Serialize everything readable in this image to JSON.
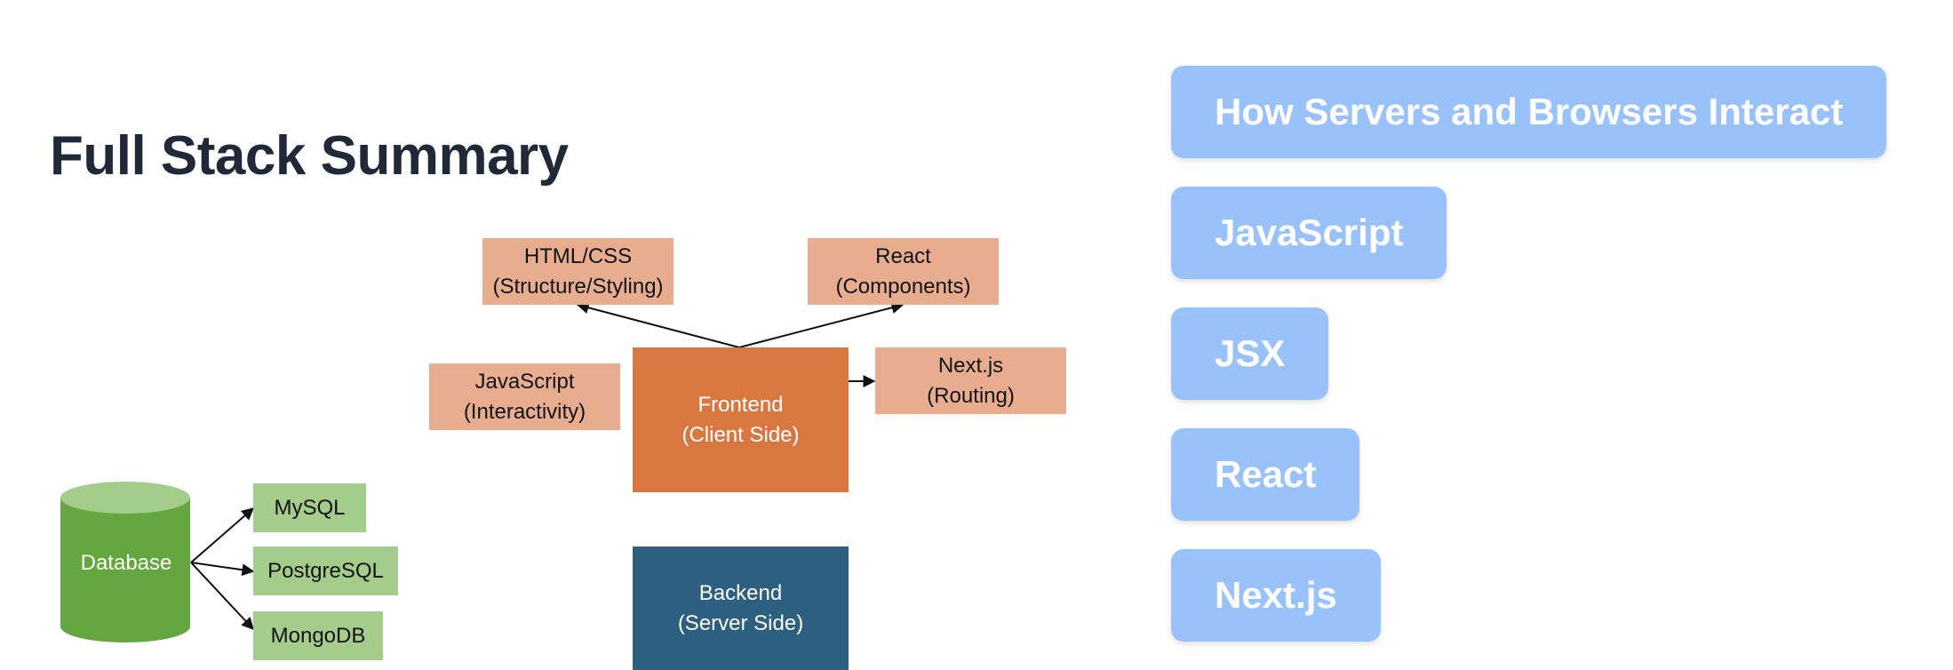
{
  "page": {
    "title": "Full Stack Summary"
  },
  "diagram": {
    "frontend": "Frontend\n(Client Side)",
    "backend": "Backend\n(Server Side)",
    "html_css": "HTML/CSS\n(Structure/Styling)",
    "react": "React\n(Components)",
    "javascript": "JavaScript\n(Interactivity)",
    "nextjs": "Next.js\n(Routing)",
    "database": "Database",
    "mysql": "MySQL",
    "postgresql": "PostgreSQL",
    "mongodb": "MongoDB"
  },
  "nav": {
    "items": [
      {
        "label": "How Servers and Browsers Interact"
      },
      {
        "label": "JavaScript"
      },
      {
        "label": "JSX"
      },
      {
        "label": "React"
      },
      {
        "label": "Next.js"
      }
    ]
  },
  "colors": {
    "peach": "#e8ad8f",
    "orange": "#d97740",
    "navy": "#2d5f80",
    "green": "#a4cc8a",
    "db_green": "#64a63f",
    "nav_blue": "#99c2fb",
    "title": "#1f2937"
  }
}
